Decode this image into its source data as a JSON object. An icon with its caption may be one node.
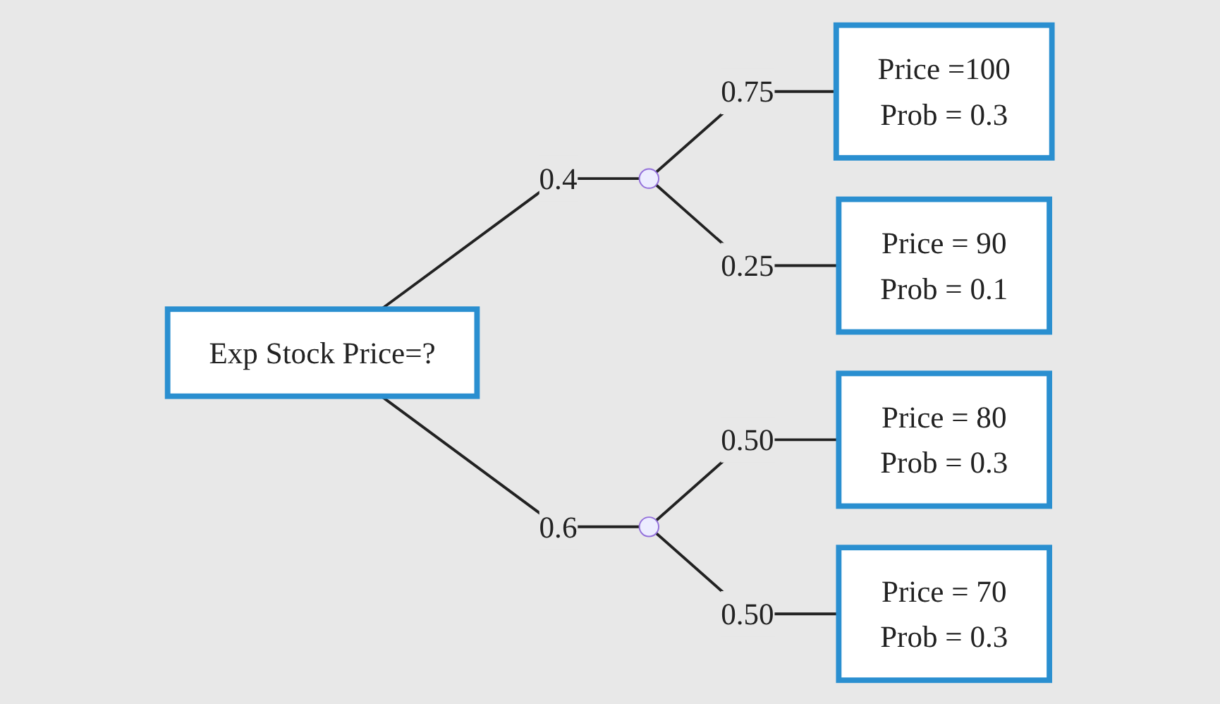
{
  "diagram": {
    "nodes": [
      {
        "text": [
          "Exp Stock Price=?"
        ]
      },
      {
        "text": [],
        "shape": "point"
      },
      {
        "text": [],
        "shape": "point"
      },
      {
        "text": [
          "Price =100",
          "Prob = 0.3"
        ]
      },
      {
        "text": [
          "Price = 90",
          "Prob = 0.1"
        ]
      },
      {
        "text": [
          "Price = 80",
          "Prob = 0.3"
        ]
      },
      {
        "text": [
          "Price = 70",
          "Prob = 0.3"
        ]
      }
    ],
    "edges": [
      {
        "from": 0,
        "to": 1,
        "arrow": "none",
        "label": "0.4"
      },
      {
        "from": 0,
        "to": 2,
        "arrow": "none",
        "label": "0.6"
      },
      {
        "from": 1,
        "to": 3,
        "arrow": "none",
        "label": "0.75"
      },
      {
        "from": 1,
        "to": 4,
        "arrow": "none",
        "label": "0.25"
      },
      {
        "from": 2,
        "to": 5,
        "arrow": "none",
        "label": "0.50"
      },
      {
        "from": 2,
        "to": 6,
        "arrow": "none",
        "label": "0.50"
      }
    ]
  }
}
